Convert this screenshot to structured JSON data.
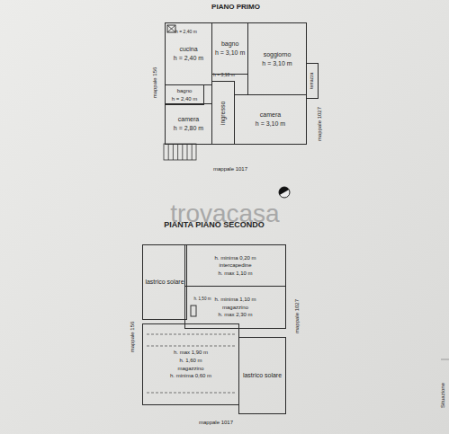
{
  "diagram": {
    "nodes": [
      {
        "text": [
          "cucina",
          "h = 2,40 m"
        ]
      },
      {
        "text": [
          "bagno",
          "h = 3,10 m"
        ]
      },
      {
        "text": [
          "soggiorno",
          "h = 3,10 m"
        ]
      },
      {
        "text": [
          "bagno",
          "h = 2,40 m"
        ]
      },
      {
        "text": [
          "camera",
          "h = 2,80 m"
        ]
      },
      {
        "text": [
          "ingresso"
        ]
      },
      {
        "text": [
          "camera",
          "h = 3,10 m"
        ]
      },
      {
        "text": [
          "terrazza"
        ]
      },
      {
        "text": [
          "lastrico solare"
        ]
      },
      {
        "text": [
          "h. minima 0,20 m",
          "intercapedine",
          "h. max 1,10 m"
        ]
      },
      {
        "text": [
          "h. minima 1,10 m",
          "magazzino",
          "h. max 2,30 m"
        ]
      },
      {
        "text": [
          "h. max 1,90 m",
          "h. 1,60 m",
          "magazzino",
          "h. minima 0,60 m"
        ]
      },
      {
        "text": [
          "lastrico solare"
        ]
      }
    ],
    "labels": [
      "PIANO PRIMO",
      "h = 2,40 m",
      "h = 3,10 m",
      "mappale 156",
      "mappale 1027",
      "mappale 1017",
      "PIANTA PIANO SECONDO",
      "trovacasa",
      "mappale 156",
      "mappale 1027",
      "mappale 1017",
      "h. 1,50 m",
      "Situazione"
    ]
  }
}
